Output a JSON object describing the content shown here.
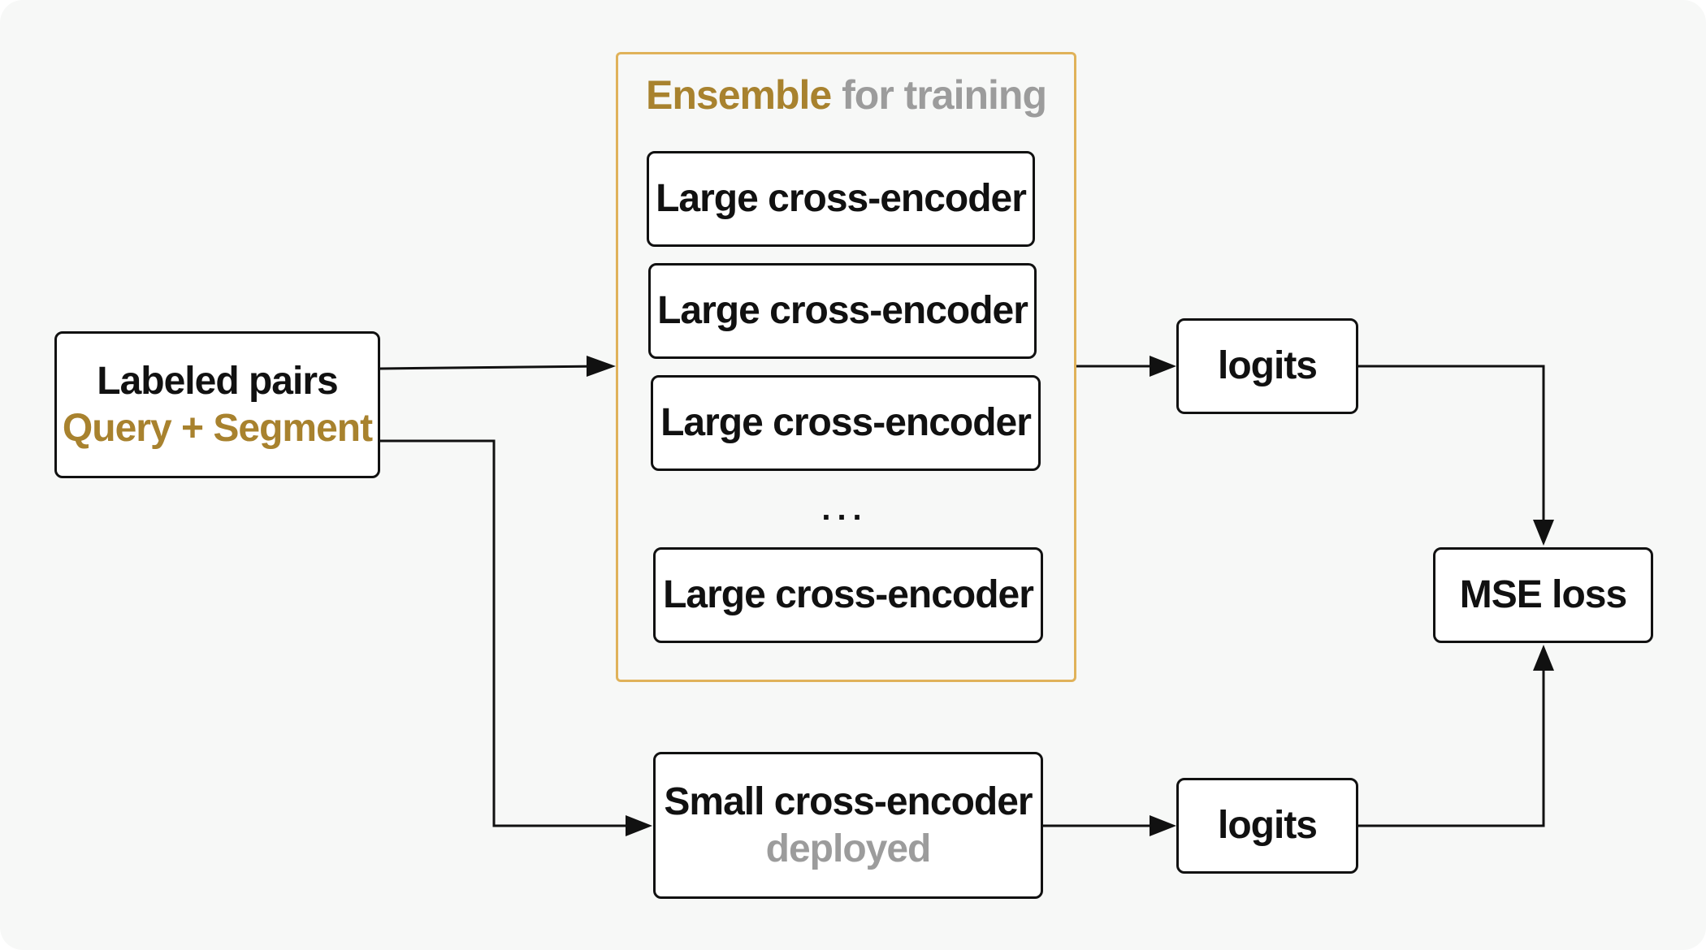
{
  "input": {
    "title": "Labeled pairs",
    "subtitle": "Query + Segment"
  },
  "ensemble": {
    "title": "Ensemble",
    "subtitle": "for training",
    "models": [
      "Large cross-encoder",
      "Large cross-encoder",
      "Large cross-encoder",
      "Large cross-encoder"
    ],
    "ellipsis": "..."
  },
  "student": {
    "title": "Small cross-encoder",
    "subtitle": "deployed"
  },
  "teacher_logits": "logits",
  "student_logits": "logits",
  "loss": "MSE loss",
  "colors": {
    "accent": "#a8822e",
    "ensemble_border": "#e0b25a",
    "muted": "#9c9c9c",
    "background": "#f7f8f7"
  }
}
